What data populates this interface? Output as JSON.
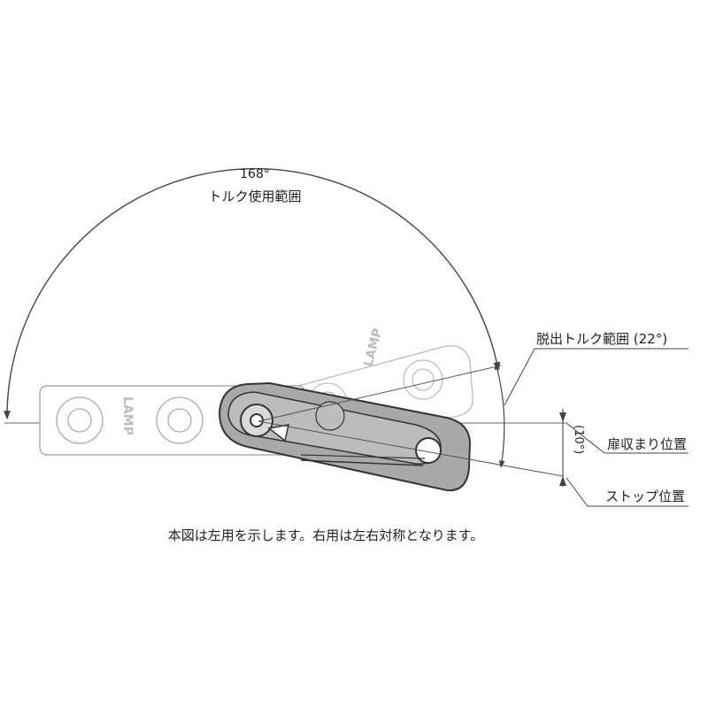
{
  "diagram": {
    "angle_total": "168°",
    "torque_range": "トルク使用範囲",
    "release_range": "脱出トルク範囲 (22°)",
    "angle_small": "(10°)",
    "door_closed": "扉収まり位置",
    "stop_position": "ストップ位置",
    "caption": "本図は左用を示します。右用は左右対称となります。",
    "brand_logo_text": "LAMP"
  },
  "colors": {
    "line": "#444444",
    "faint_line": "#b8b8b8",
    "arm_fill": "#a9a9a9",
    "arm_stroke": "#333333",
    "plate_stroke": "#9a9a9a"
  }
}
